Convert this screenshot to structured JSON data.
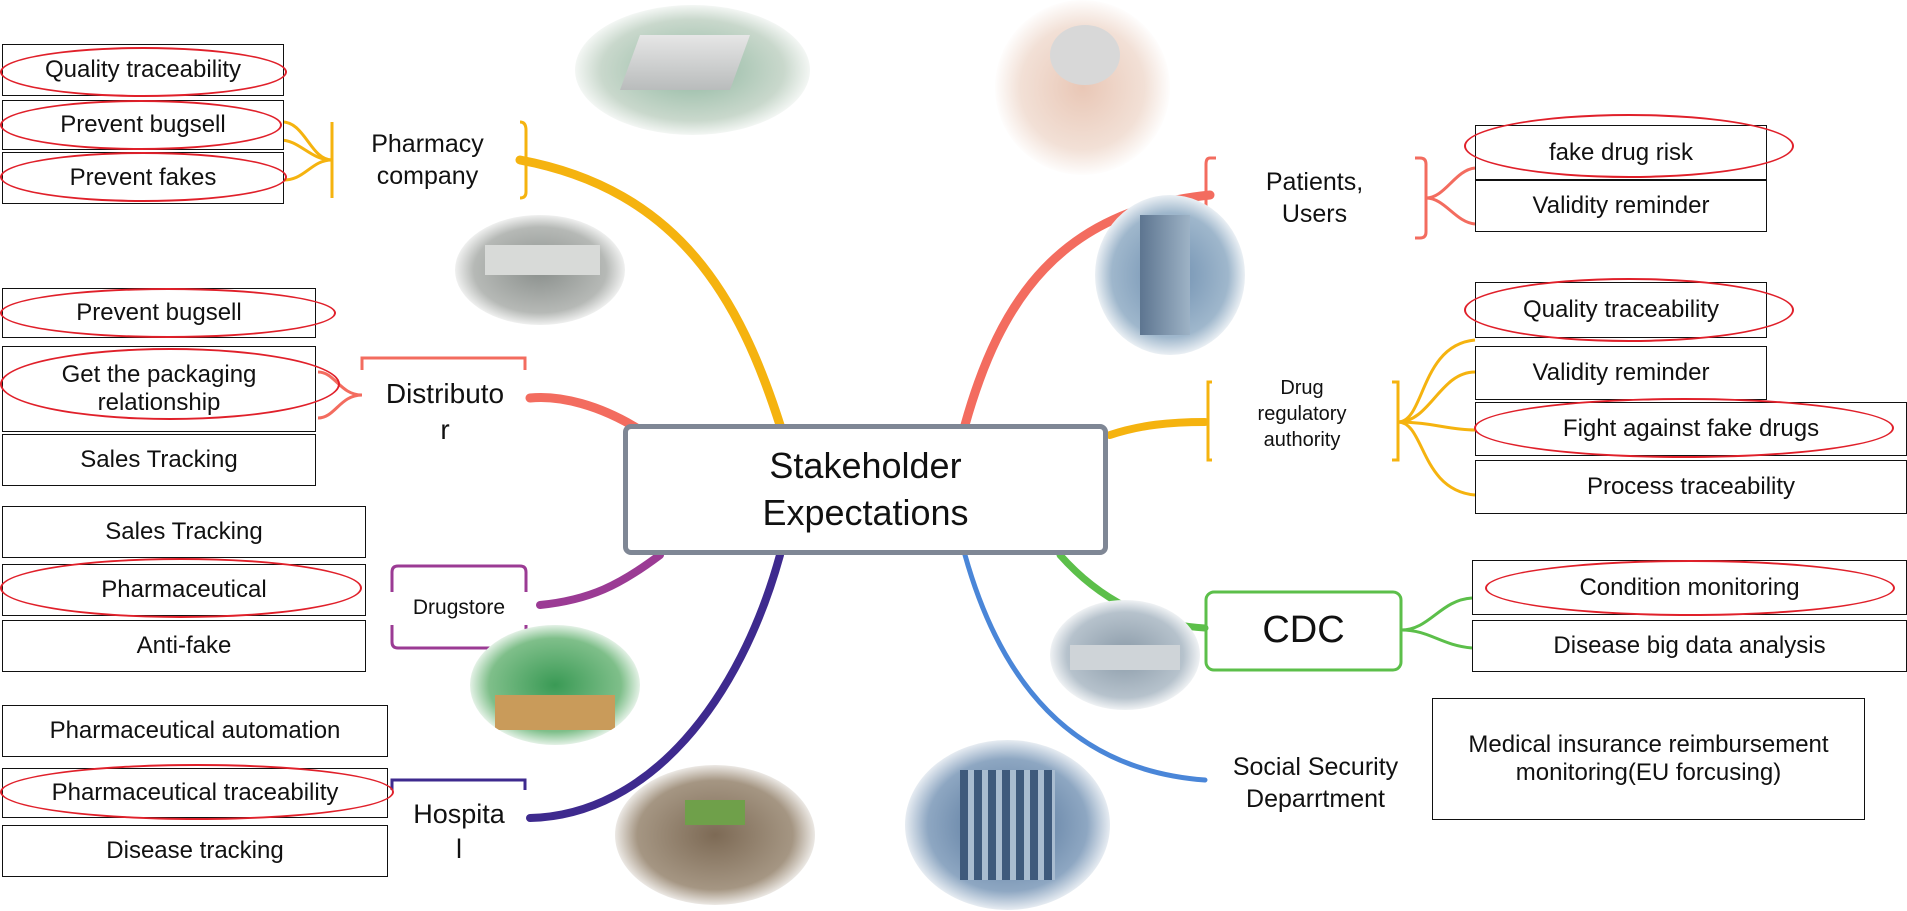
{
  "center": {
    "title_line1": "Stakeholder",
    "title_line2": "Expectations"
  },
  "branches": {
    "pharmacy": {
      "label_line1": "Pharmacy",
      "label_line2": "company",
      "color": "#f5b30f",
      "items": [
        "Quality traceability",
        "Prevent bugsell",
        "Prevent fakes"
      ]
    },
    "distributor": {
      "label_line1": "Distributo",
      "label_line2": "r",
      "color": "#f36c5f",
      "items": [
        "Prevent bugsell",
        "Get the packaging relationship",
        "Sales Tracking"
      ]
    },
    "drugstore": {
      "label": "Drugstore",
      "color": "#9b3b94",
      "items": [
        "Sales Tracking",
        "Pharmaceutical",
        "Anti-fake"
      ]
    },
    "hospital": {
      "label_line1": "Hospita",
      "label_line2": "l",
      "color": "#3e2a8e",
      "items": [
        "Pharmaceutical automation",
        "Pharmaceutical traceability",
        "Disease tracking"
      ]
    },
    "patients": {
      "label_line1": "Patients,",
      "label_line2": "Users",
      "color": "#f36c5f",
      "items": [
        "fake drug risk",
        "Validity reminder"
      ]
    },
    "regulatory": {
      "label_line1": "Drug",
      "label_line2": "regulatory",
      "label_line3": "authority",
      "color": "#f5b30f",
      "items": [
        "Quality traceability",
        "Validity reminder",
        "Fight against fake drugs",
        "Process traceability"
      ]
    },
    "cdc": {
      "label": "CDC",
      "color": "#5cbf4a",
      "items": [
        "Condition monitoring",
        "Disease big data analysis"
      ]
    },
    "social": {
      "label_line1": "Social Security",
      "label_line2": "Deparrtment",
      "color": "#4a86d8",
      "items": [
        "Medical insurance reimbursement monitoring(EU forcusing)"
      ]
    }
  },
  "colors": {
    "highlight": "#e0202a",
    "center_border": "#7f8795"
  },
  "icons": [
    "factory-photo-icon",
    "warehouse-photo-icon",
    "elderly-patient-photo-icon",
    "tower-building-photo-icon",
    "pharmacy-storefront-photo-icon",
    "hospital-campus-photo-icon",
    "cdc-gate-photo-icon",
    "government-building-photo-icon"
  ]
}
